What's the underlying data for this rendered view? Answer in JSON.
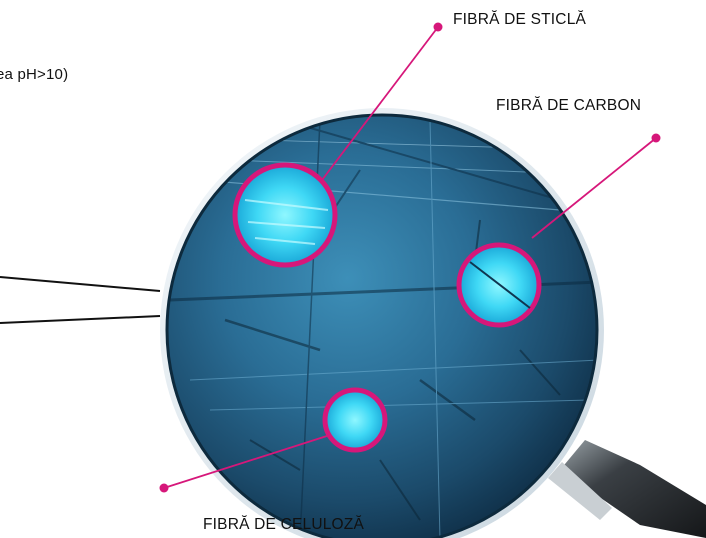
{
  "note": "ea pH>10)",
  "labels": {
    "glass_fiber": "FIBRĂ DE STICLĂ",
    "carbon_fiber": "FIBRĂ DE CARBON",
    "cellulose_fiber": "FIBRĂ DE CELULOZĂ"
  },
  "colors": {
    "accent": "#d6177a",
    "lens_dark": "#143a56",
    "lens_mid": "#2b6f96",
    "highlight": "#4fe8ff",
    "text": "#111111",
    "handle": "#2a2a2a"
  },
  "icons": {
    "magnifier": "magnifying-glass-icon"
  }
}
